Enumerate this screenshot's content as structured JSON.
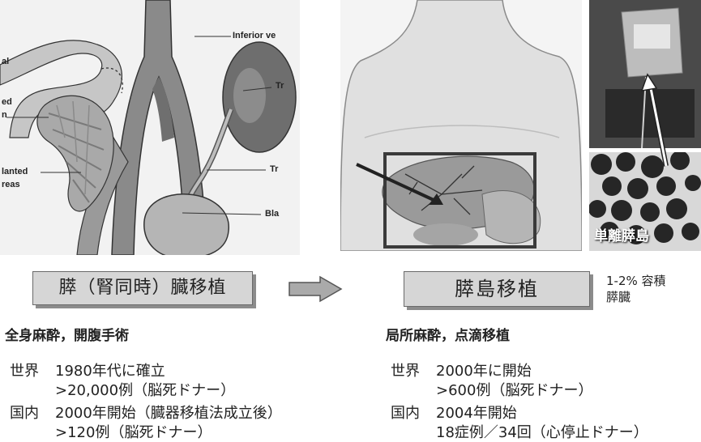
{
  "left_figure": {
    "labels": {
      "inferior_vena": "Inferior ve",
      "kidney": "Tr",
      "ureter": "Tr",
      "bladder": "Bla",
      "duodenum": "al",
      "duodenum2a": "ed",
      "duodenum2b": "n",
      "pancreas1": "lanted",
      "pancreas2": "reas"
    }
  },
  "right_figure": {
    "islet_label": "単離膵島"
  },
  "left_panel": {
    "title": "膵（腎同時）臓移植",
    "method": "全身麻酔，開腹手術",
    "rows": [
      {
        "region": "世界",
        "lines": [
          "1980年代に確立",
          ">20,000例（脳死ドナー）"
        ]
      },
      {
        "region": "国内",
        "lines": [
          "2000年開始（臓器移植法成立後）",
          ">120例（脳死ドナー）"
        ]
      }
    ]
  },
  "right_panel": {
    "title": "膵島移植",
    "volume_note": [
      "1-2% 容積",
      "膵臓"
    ],
    "method": "局所麻酔，点滴移植",
    "rows": [
      {
        "region": "世界",
        "lines": [
          "2000年に開始",
          ">600例（脳死ドナー）"
        ]
      },
      {
        "region": "国内",
        "lines": [
          "2004年開始",
          "18症例／34回（心停止ドナー）"
        ]
      }
    ]
  }
}
